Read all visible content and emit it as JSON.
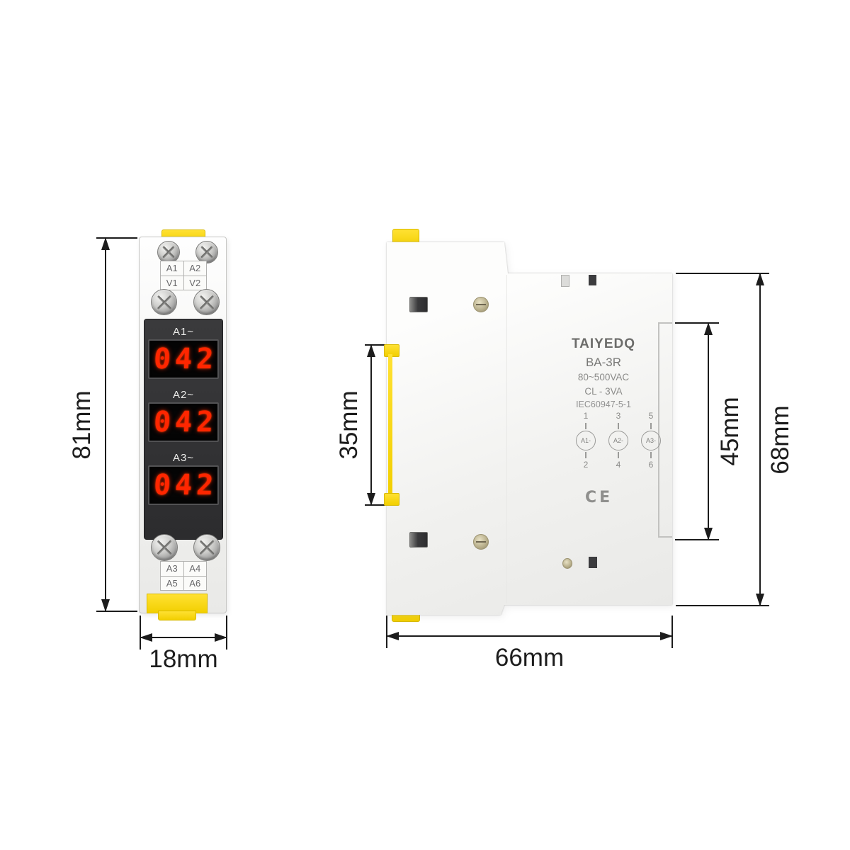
{
  "front_view": {
    "top_terminals": [
      "A1",
      "A2",
      "V1",
      "V2"
    ],
    "bottom_terminals": [
      "A3",
      "A4",
      "A5",
      "A6"
    ],
    "displays": [
      {
        "label": "A1~",
        "value": "042"
      },
      {
        "label": "A2~",
        "value": "042"
      },
      {
        "label": "A3~",
        "value": "042"
      }
    ]
  },
  "side_view": {
    "brand": "TAIYEDQ",
    "model": "BA-3R",
    "voltage_range": "80~500VAC",
    "power": "CL - 3VA",
    "standard": "IEC60947-5-1",
    "terminal_numbers_top": [
      "1",
      "3",
      "5"
    ],
    "terminal_labels": [
      "A1-",
      "A2-",
      "A3-"
    ],
    "terminal_numbers_bottom": [
      "2",
      "4",
      "6"
    ],
    "ce_mark": "CE"
  },
  "dimensions": {
    "front_height": "81mm",
    "front_width": "18mm",
    "side_clip": "35mm",
    "side_face": "45mm",
    "side_height": "68mm",
    "side_depth": "66mm"
  },
  "colors": {
    "display_red": "#ff2600",
    "clip_yellow": "#f5d60a",
    "panel_dark": "#2f2f31"
  }
}
